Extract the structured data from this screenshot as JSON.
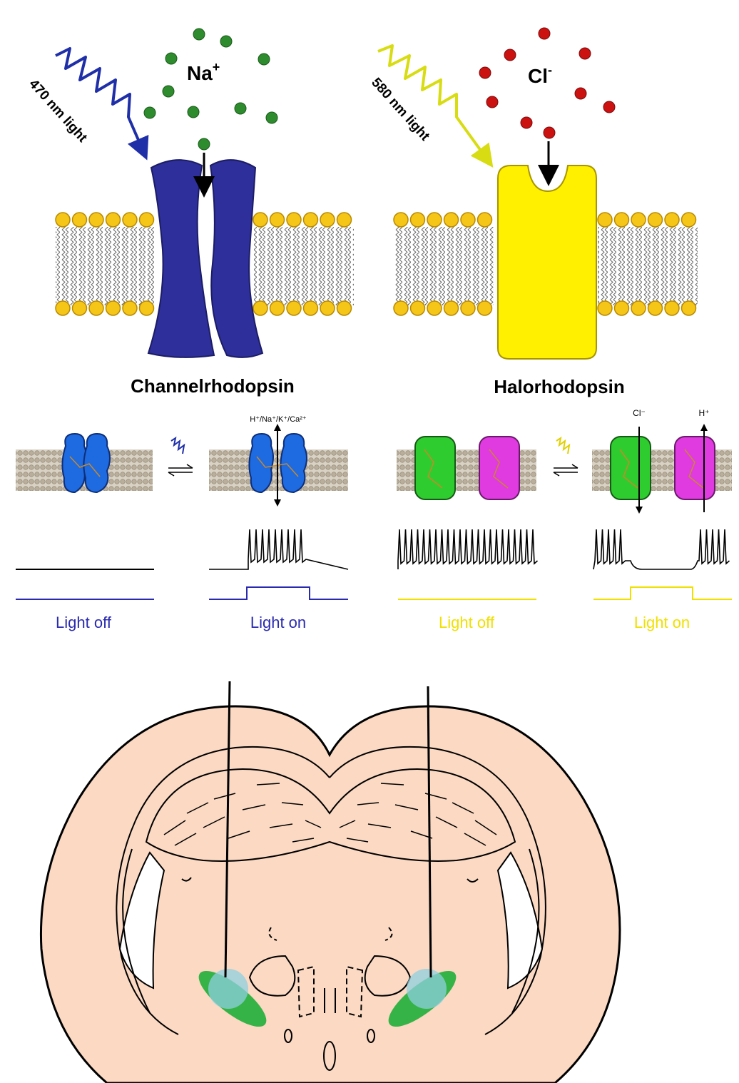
{
  "top": {
    "left_light": "470 nm light",
    "right_light": "580 nm light",
    "left_ion": "Na",
    "left_ion_sup": "+",
    "right_ion": "Cl",
    "right_ion_sup": "-",
    "left_name": "Channelrhodopsin",
    "right_name": "Halorhodopsin"
  },
  "middle": {
    "chr_ions": "H⁺/Na⁺/K⁺/Ca²⁺",
    "nphr_ion_left": "Cl⁻",
    "nphr_ion_right": "H⁺",
    "chr_off": "Light off",
    "chr_on": "Light on",
    "nphr_off": "Light off",
    "nphr_on": "Light on"
  },
  "colors": {
    "channelrhodopsin": "#2e2f9a",
    "halorhodopsin": "#fff000",
    "sodium": "#2e8b2e",
    "chloride": "#cc1111",
    "lipid_head": "#f5c518",
    "blue_light": "#1f2fa8",
    "yellow_light": "#d8dc12",
    "brain_fill": "#fbd9c3",
    "fiber_spot": "#8fcfe0",
    "expression": "#1fae3a"
  }
}
